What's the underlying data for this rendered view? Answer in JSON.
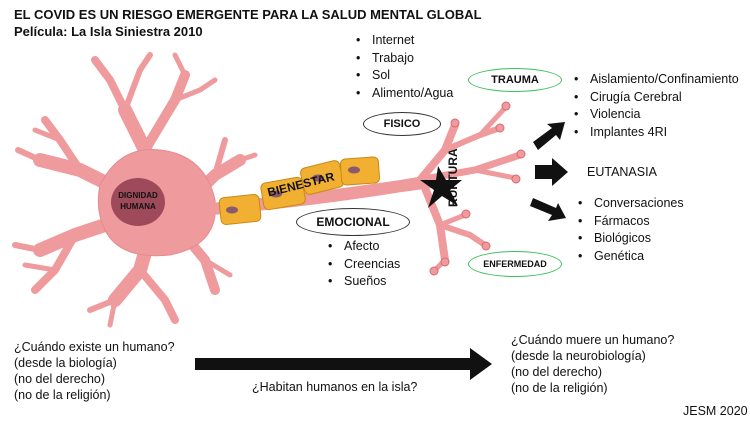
{
  "header": {
    "title": "EL COVID ES UN RIESGO EMERGENTE PARA LA SALUD MENTAL GLOBAL",
    "subtitle": "Película: La Isla Siniestra 2010"
  },
  "neuron": {
    "soma_label_1": "DIGNIDAD",
    "soma_label_2": "HUMANA",
    "axon_label": "BIENESTAR",
    "rupture_label": "RUPTURA"
  },
  "fisico": {
    "label": "FISICO",
    "items": [
      "Internet",
      "Trabajo",
      "Sol",
      "Alimento/Agua"
    ]
  },
  "emocional": {
    "label": "EMOCIONAL",
    "items": [
      "Afecto",
      "Creencias",
      "Sueños"
    ]
  },
  "trauma": {
    "label": "TRAUMA",
    "items": [
      "Aislamiento/Confinamiento",
      "Cirugía Cerebral",
      "Violencia",
      "Implantes 4RI"
    ]
  },
  "eutanasia": {
    "label": "EUTANASIA"
  },
  "enfermedad": {
    "label": "ENFERMEDAD",
    "items": [
      "Conversaciones",
      "Fármacos",
      "Biológicos",
      "Genética"
    ]
  },
  "left_question": {
    "lines": [
      "¿Cuándo existe un humano?",
      "(desde la biología)",
      "(no del derecho)",
      "(no de la religión)"
    ]
  },
  "right_question": {
    "lines": [
      "¿Cuándo muere un humano?",
      "(desde la neurobiología)",
      "(no del derecho)",
      "(no de la religión)"
    ]
  },
  "bottom_arrow": {
    "label": "¿Habitan humanos en la isla?"
  },
  "credit": "JESM 2020",
  "colors": {
    "neuron_fill": "#ef9a9c",
    "neuron_stroke": "#d86a72",
    "soma_nucleus": "#9e4a5a",
    "myelin": "#f2b033",
    "myelin_stroke": "#c98a14",
    "oval_green": "#3fbf5a"
  }
}
